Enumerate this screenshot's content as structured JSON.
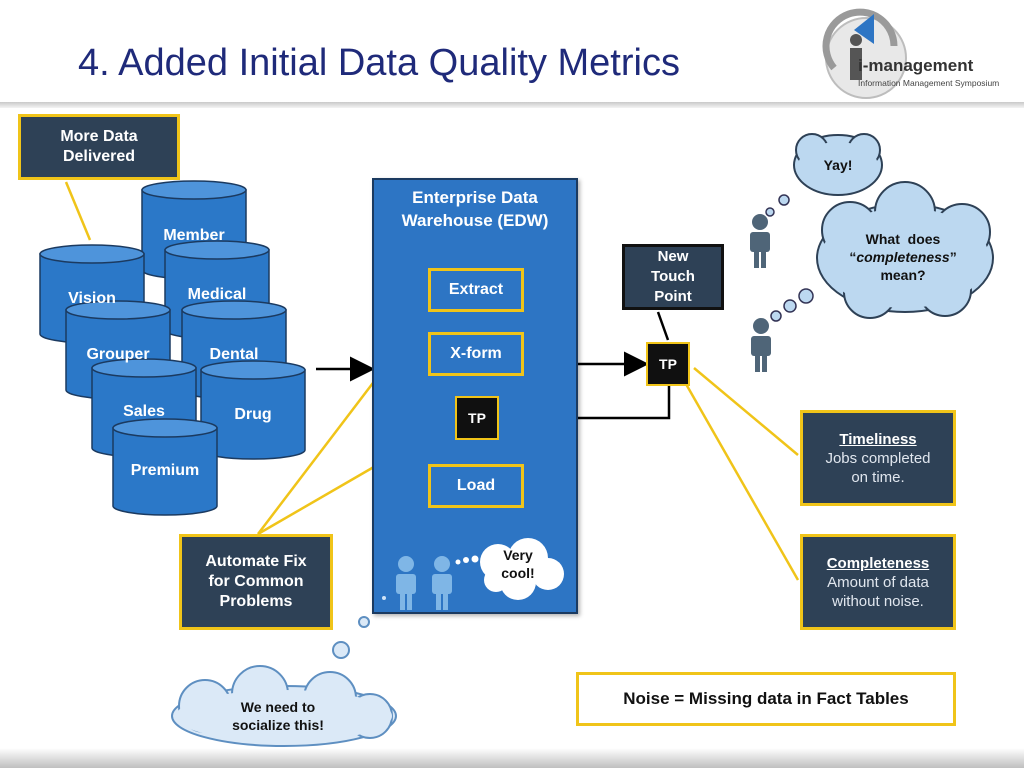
{
  "slide": {
    "title": "4. Added Initial Data Quality Metrics",
    "logo": {
      "name": "i-management",
      "subtitle": "Information Management Symposium"
    }
  },
  "more_data_box": "More Data\nDelivered",
  "databases": [
    "Member",
    "Vision",
    "Medical",
    "Grouper",
    "Dental",
    "Sales",
    "Drug",
    "Premium"
  ],
  "edw": {
    "title": "Enterprise Data\nWarehouse (EDW)",
    "steps": {
      "extract": "Extract",
      "xform": "X-form",
      "tp": "TP",
      "load": "Load"
    },
    "bubble": "Very\ncool!"
  },
  "new_touch_point": {
    "label": "New\nTouch\nPoint",
    "tp": "TP"
  },
  "thoughts": {
    "yay": "Yay!"
  },
  "automate_fix": "Automate Fix\nfor Common\nProblems",
  "socialize_bubble": "We need to\nsocialize this!",
  "metrics": {
    "timeliness": {
      "heading": "Timeliness",
      "desc": "Jobs completed\non time."
    },
    "completeness": {
      "heading": "Completeness",
      "desc": "Amount of data\nwithout noise."
    }
  },
  "noise_note": "Noise = Missing data in Fact Tables",
  "colors": {
    "title": "#1f2a7a",
    "navy_box": "#2e4156",
    "edw_blue": "#2d75c4",
    "cylinder": "#2b78c8",
    "cloud": "#bcd8f0",
    "accent_yellow": "#f0c419"
  }
}
